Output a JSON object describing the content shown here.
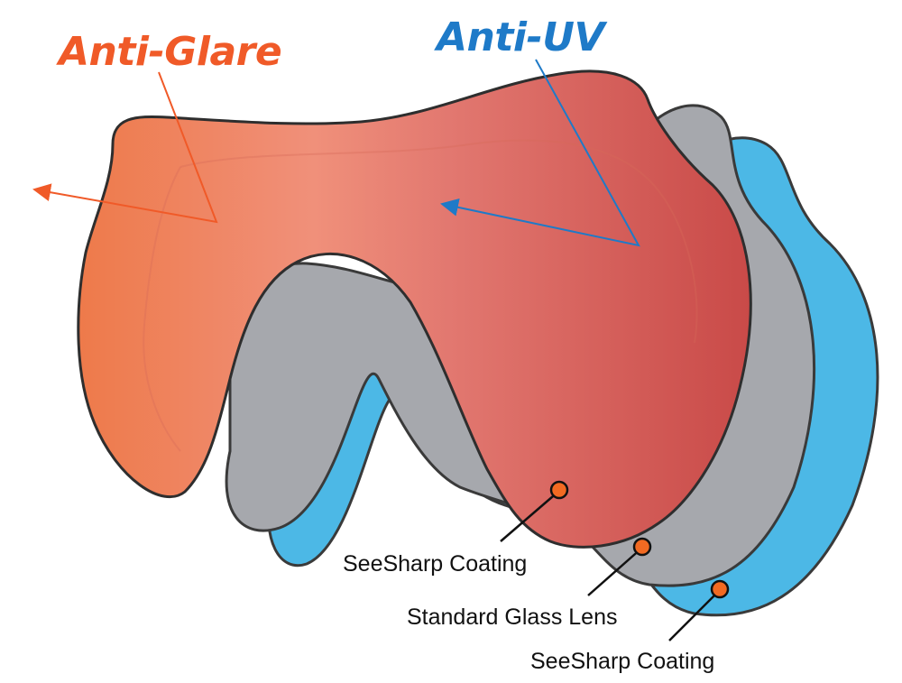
{
  "diagram": {
    "headings": {
      "anti_glare": "Anti-Glare",
      "anti_uv": "Anti-UV"
    },
    "layers": [
      {
        "id": "front-coating",
        "label": "SeeSharp Coating",
        "color": "#e05a4a"
      },
      {
        "id": "glass-lens",
        "label": "Standard Glass Lens",
        "color": "#a6a8ad"
      },
      {
        "id": "back-coating",
        "label": "SeeSharp Coating",
        "color": "#4cb8e6"
      }
    ],
    "colors": {
      "anti_glare": "#f05a28",
      "anti_uv": "#1e7ac8",
      "marker": "#f26a22",
      "outline": "#3a3a3a"
    }
  }
}
